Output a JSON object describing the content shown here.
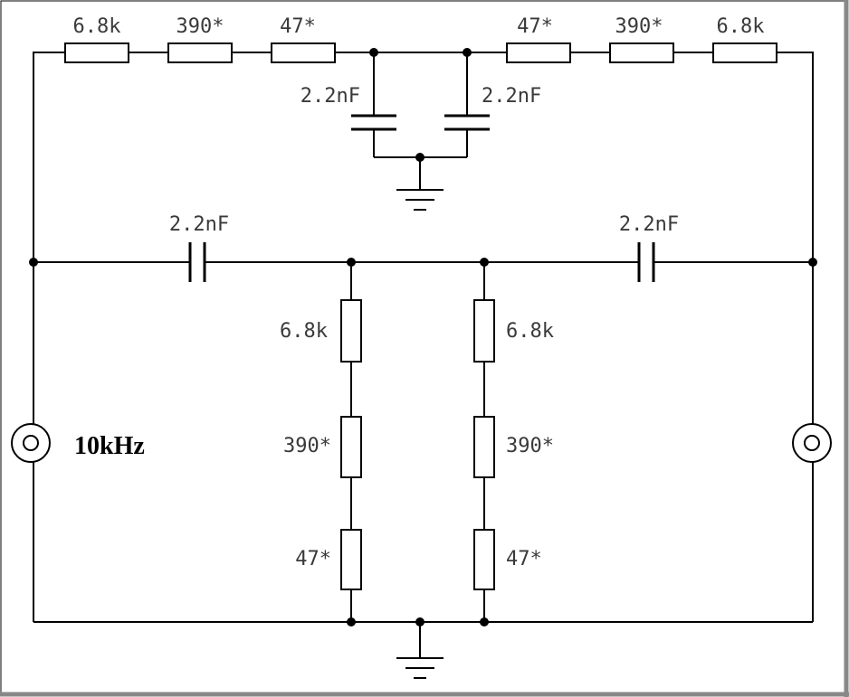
{
  "frequency_label": "10kHz",
  "top_left": {
    "r1": "6.8k",
    "r2": "390*",
    "r3": "47*"
  },
  "top_right": {
    "r1": "47*",
    "r2": "390*",
    "r3": "6.8k"
  },
  "top_caps": {
    "left": "2.2nF",
    "right": "2.2nF"
  },
  "mid_caps": {
    "left": "2.2nF",
    "right": "2.2nF"
  },
  "left_branch": {
    "r1": "6.8k",
    "r2": "390*",
    "r3": "47*"
  },
  "right_branch": {
    "r1": "6.8k",
    "r2": "390*",
    "r3": "47*"
  }
}
